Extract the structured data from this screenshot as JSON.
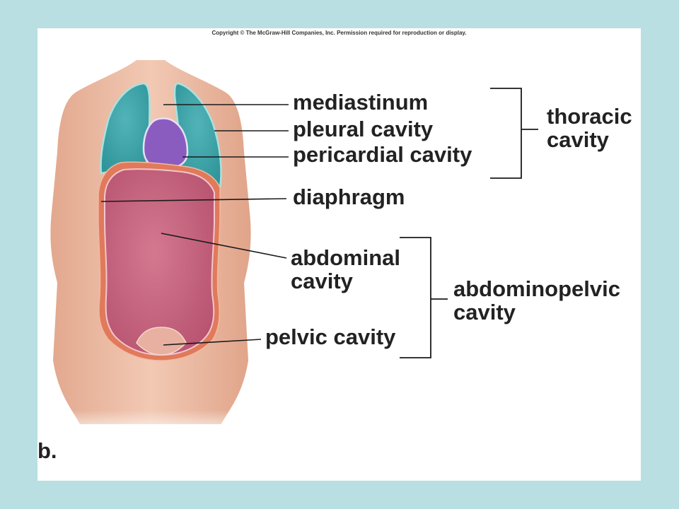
{
  "copyright": "Copyright © The McGraw-Hill Companies, Inc. Permission required for reproduction or display.",
  "panel_letter": "b.",
  "labels": {
    "mediastinum": "mediastinum",
    "pleural_cavity": "pleural cavity",
    "pericardial_cavity": "pericardial cavity",
    "diaphragm": "diaphragm",
    "abdominal_cavity": [
      "abdominal",
      "cavity"
    ],
    "pelvic_cavity": "pelvic cavity"
  },
  "groups": {
    "thoracic_cavity": [
      "thoracic",
      "cavity"
    ],
    "abdominopelvic_cavity": [
      "abdominopelvic",
      "cavity"
    ]
  },
  "colors": {
    "background": "#b9dfe2",
    "skin": "#e9b9a0",
    "lungs": "#3fa5aa",
    "heart": "#8a5cc0",
    "diaphragm": "#e07a5a",
    "abdominal": "#c7607a",
    "pelvic": "#e8b0a0"
  }
}
